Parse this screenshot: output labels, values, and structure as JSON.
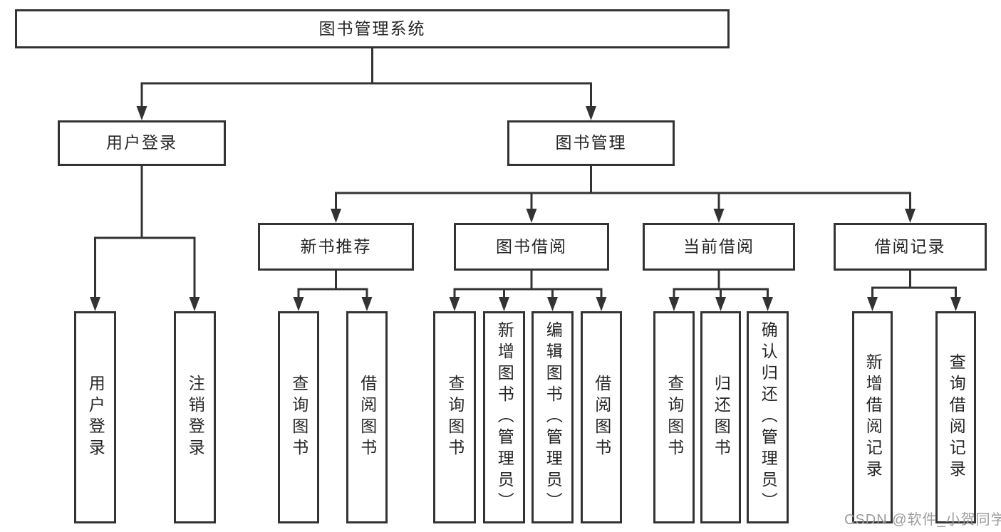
{
  "title": "图书管理系统",
  "colors": {
    "line": "#333333",
    "box_border": "#333333",
    "text": "#262626",
    "watermark": "#9b9b9b",
    "background": "#ffffff"
  },
  "level2": {
    "user_login": "用户登录",
    "book_management": "图书管理"
  },
  "level3": {
    "new_book_recommend": "新书推荐",
    "book_borrow": "图书借阅",
    "current_borrow": "当前借阅",
    "borrow_record": "借阅记录"
  },
  "leaves": {
    "user_login": [
      "用户登录",
      "注销登录"
    ],
    "new_book_recommend": [
      "查询图书",
      "借阅图书"
    ],
    "book_borrow": [
      "查询图书",
      "新增图书（管理员）",
      "编辑图书（管理员）",
      "借阅图书"
    ],
    "current_borrow": [
      "查询图书",
      "归还图书",
      "确认归还（管理员）"
    ],
    "borrow_record": [
      "新增借阅记录",
      "查询借阅记录"
    ]
  },
  "watermark": "CSDN @软件_小贺同学"
}
